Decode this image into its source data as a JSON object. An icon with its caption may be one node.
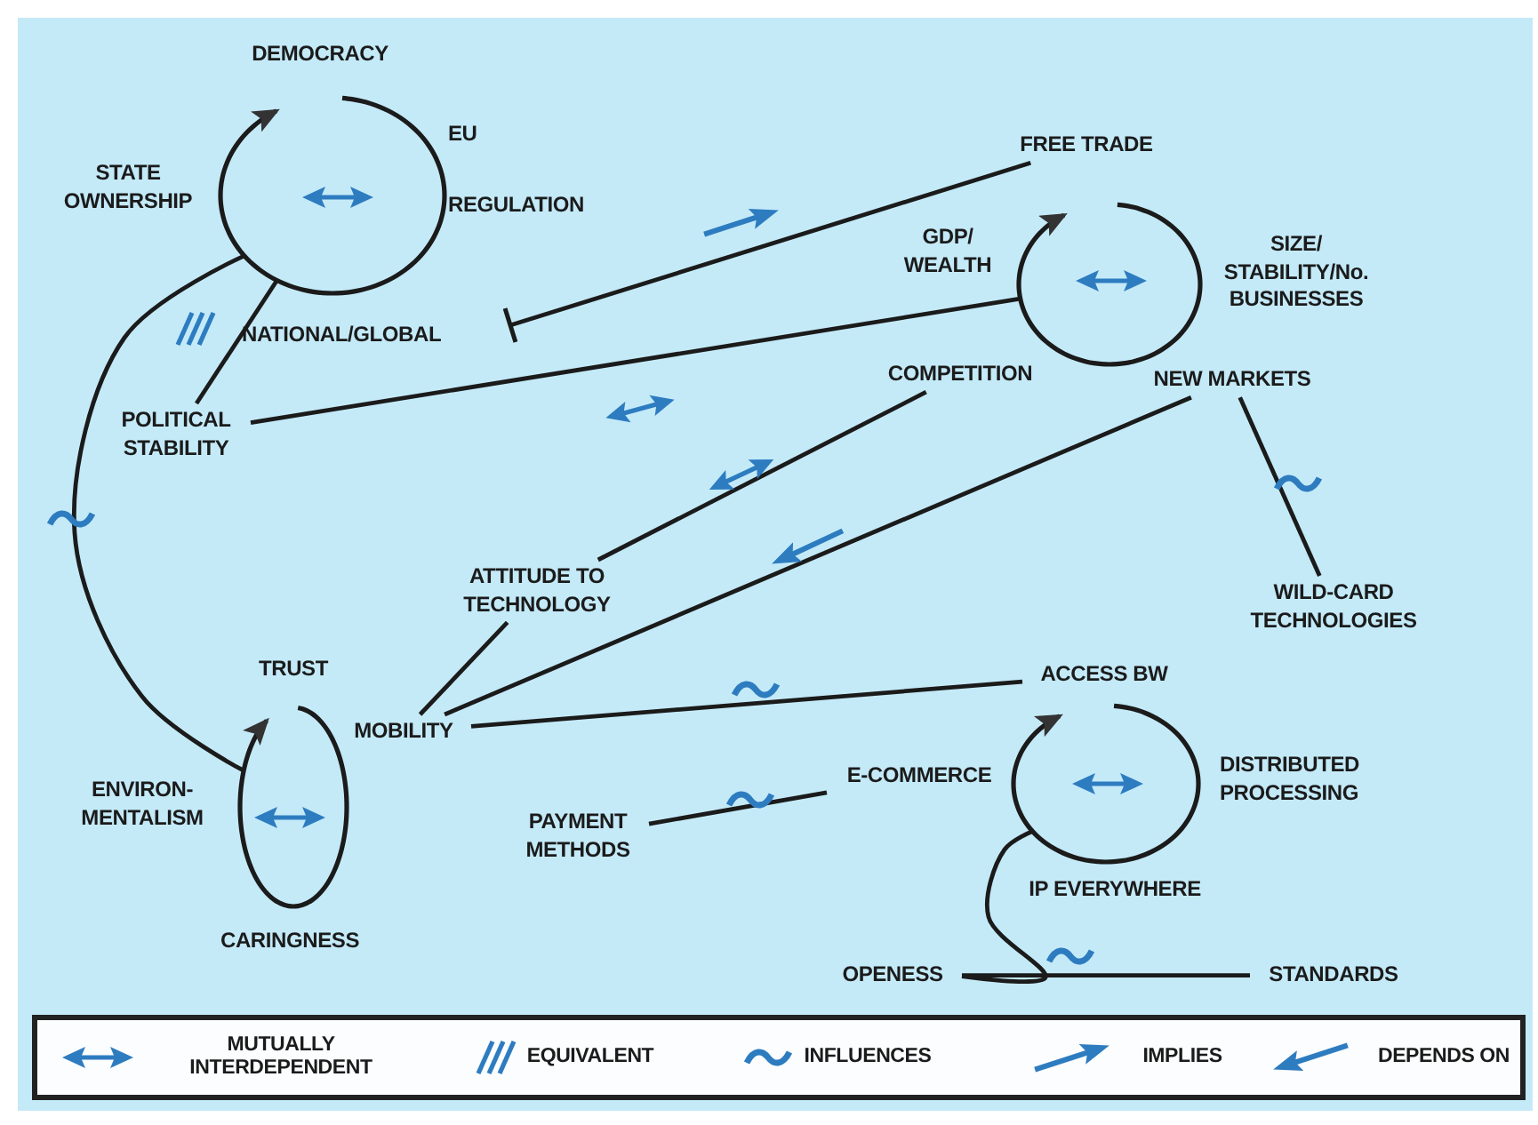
{
  "diagram": {
    "nodes": [
      {
        "text": [],
        "shape": "circle"
      },
      {
        "text": [
          "FREE TRADE"
        ]
      },
      {
        "text": [],
        "shape": "circle"
      },
      {
        "text": [
          "COMPETITION"
        ]
      },
      {
        "text": [
          "NEW MARKETS"
        ]
      },
      {
        "text": [
          "POLITICAL STABILITY"
        ]
      },
      {
        "text": [
          "ATTITUDE TO TECHNOLOGY"
        ]
      },
      {
        "text": [
          "WILD-CARD TECHNOLOGIES"
        ]
      },
      {
        "text": [],
        "shape": "circle"
      },
      {
        "text": [
          "MOBILITY"
        ]
      },
      {
        "text": [
          "ACCESS BW"
        ]
      },
      {
        "text": [
          "E-COMMERCE"
        ]
      },
      {
        "text": [],
        "shape": "circle"
      },
      {
        "text": [
          "PAYMENT METHODS"
        ]
      },
      {
        "text": [
          "OPENESS"
        ]
      },
      {
        "text": [
          "STANDARDS"
        ]
      }
    ],
    "edges": [
      {
        "from": 5,
        "to": 0,
        "arrow": "none"
      },
      {
        "from": 5,
        "to": 2,
        "arrow": "none"
      },
      {
        "from": 1,
        "to": null,
        "arrow": "other"
      },
      {
        "from": 0,
        "to": 8,
        "arrow": "none"
      },
      {
        "from": 3,
        "to": 6,
        "arrow": "none"
      },
      {
        "from": 6,
        "to": 9,
        "arrow": "none"
      },
      {
        "from": 4,
        "to": 9,
        "arrow": "none"
      },
      {
        "from": 4,
        "to": 7,
        "arrow": "none"
      },
      {
        "from": 9,
        "to": 10,
        "arrow": "none"
      },
      {
        "from": 13,
        "to": 11,
        "arrow": "none"
      },
      {
        "from": 14,
        "to": 15,
        "arrow": "none"
      },
      {
        "from": 14,
        "to": 12,
        "arrow": "none"
      }
    ],
    "labels": [
      "DEMOCRACY",
      "EU",
      "STATE OWNERSHIP",
      "REGULATION",
      "GDP/ WEALTH",
      "SIZE/ STABILITY/No. BUSINESSES",
      "NATIONAL/GLOBAL",
      "TRUST",
      "DISTRIBUTED PROCESSING",
      "ENVIRON-MENTALISM",
      "IP EVERYWHERE",
      "CARINGNESS"
    ],
    "legend": [
      {
        "text": "MUTUALLY INTERDEPENDENT"
      },
      {
        "text": "EQUIVALENT"
      },
      {
        "text": "INFLUENCES"
      },
      {
        "text": "IMPLIES"
      },
      {
        "text": "DEPENDS ON"
      }
    ]
  }
}
